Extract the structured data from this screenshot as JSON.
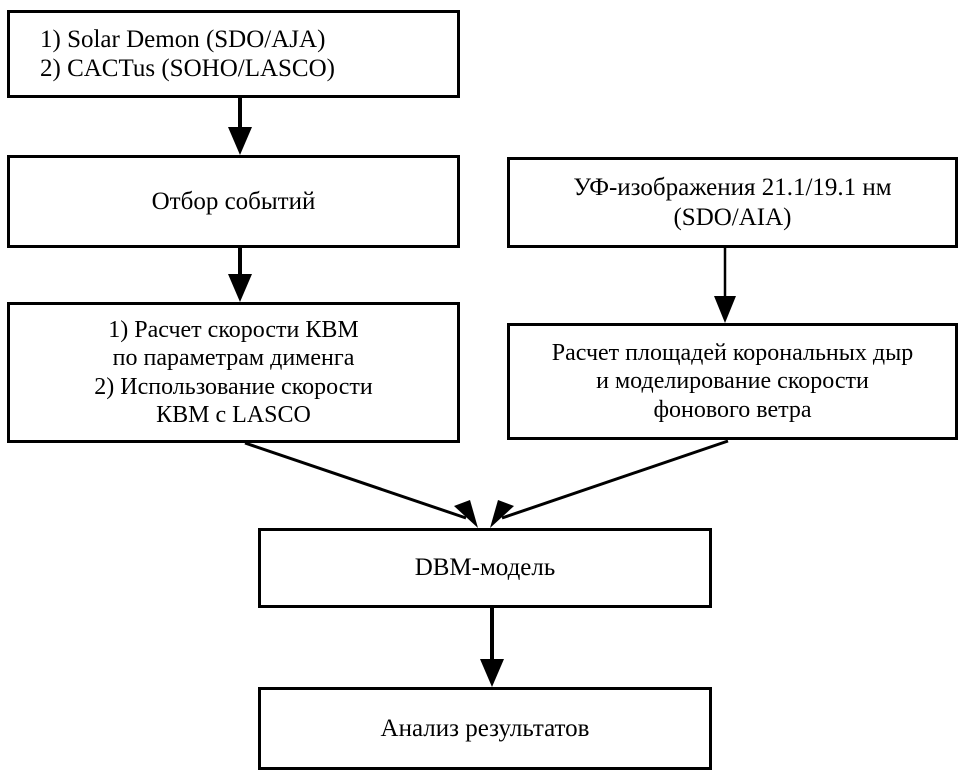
{
  "diagram": {
    "title": "Schema of CME arrival time prediction workflow",
    "background_color": "#ffffff",
    "line_color": "#000000",
    "text_color": "#000000",
    "nodes": {
      "sources": {
        "lines": [
          "1) Solar Demon (SDO/AJA)",
          "2) CACTus (SOHO/LASCO)"
        ]
      },
      "event_selection": {
        "lines": [
          "Отбор событий"
        ]
      },
      "uv_images": {
        "lines": [
          "УФ-изображения 21.1/19.1 нм",
          "(SDO/AIA)"
        ]
      },
      "cme_speed": {
        "lines": [
          "1) Расчет скорости КВМ",
          "по параметрам дименга",
          "2) Использование скорости",
          "КВМ с LASCO"
        ]
      },
      "coronal_holes": {
        "lines": [
          "Расчет площадей корональных дыр",
          "и моделирование скорости",
          "фонового ветра"
        ]
      },
      "dbm_model": {
        "lines": [
          "DBM-модель"
        ]
      },
      "analysis": {
        "lines": [
          "Анализ результатов"
        ]
      }
    },
    "edges": [
      {
        "name": "sources-to-event-selection",
        "from": "sources",
        "to": "event_selection",
        "style": "vertical-arrow"
      },
      {
        "name": "event-selection-to-cme-speed",
        "from": "event_selection",
        "to": "cme_speed",
        "style": "vertical-arrow"
      },
      {
        "name": "uv-images-to-coronal-holes",
        "from": "uv_images",
        "to": "coronal_holes",
        "style": "vertical-arrow"
      },
      {
        "name": "cme-speed-to-dbm",
        "from": "cme_speed",
        "to": "dbm_model",
        "style": "diagonal-arrow"
      },
      {
        "name": "coronal-holes-to-dbm",
        "from": "coronal_holes",
        "to": "dbm_model",
        "style": "diagonal-arrow"
      },
      {
        "name": "dbm-to-analysis",
        "from": "dbm_model",
        "to": "analysis",
        "style": "vertical-arrow"
      }
    ]
  }
}
